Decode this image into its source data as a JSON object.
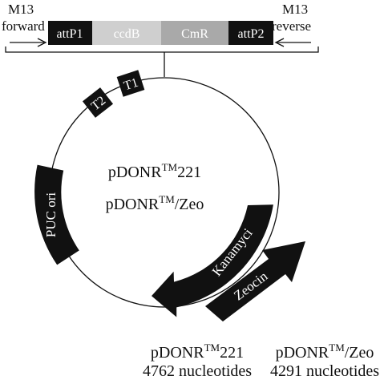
{
  "cassette": {
    "m13_forward": [
      "M13",
      "forward"
    ],
    "m13_reverse": [
      "M13",
      "reverse"
    ],
    "segments": {
      "attP1": "attP1",
      "ccdB": "ccdB",
      "CmR": "CmR",
      "attP2": "attP2"
    },
    "colors": {
      "att": "#111111",
      "ccdB": "#cfcfcf",
      "CmR": "#a9a9a9"
    }
  },
  "plasmid": {
    "center_title": "pDONR",
    "center_title_sup": "TM",
    "center_title_suffix": "221",
    "center_sub": "pDONR",
    "center_sub_sup": "TM",
    "center_sub_suffix": "/Zeo",
    "features": {
      "T1": "T1",
      "T2": "T2",
      "puc": "PUC ori",
      "kan": "Kanamyci",
      "zeocin": "Zeocin"
    }
  },
  "footer": {
    "left": {
      "name": "pDONR",
      "sup": "TM",
      "suffix": "221",
      "size": "4762 nucleotides"
    },
    "right": {
      "name": "pDONR",
      "sup": "TM",
      "suffix": "/Zeo",
      "size": "4291 nucleotides"
    }
  }
}
